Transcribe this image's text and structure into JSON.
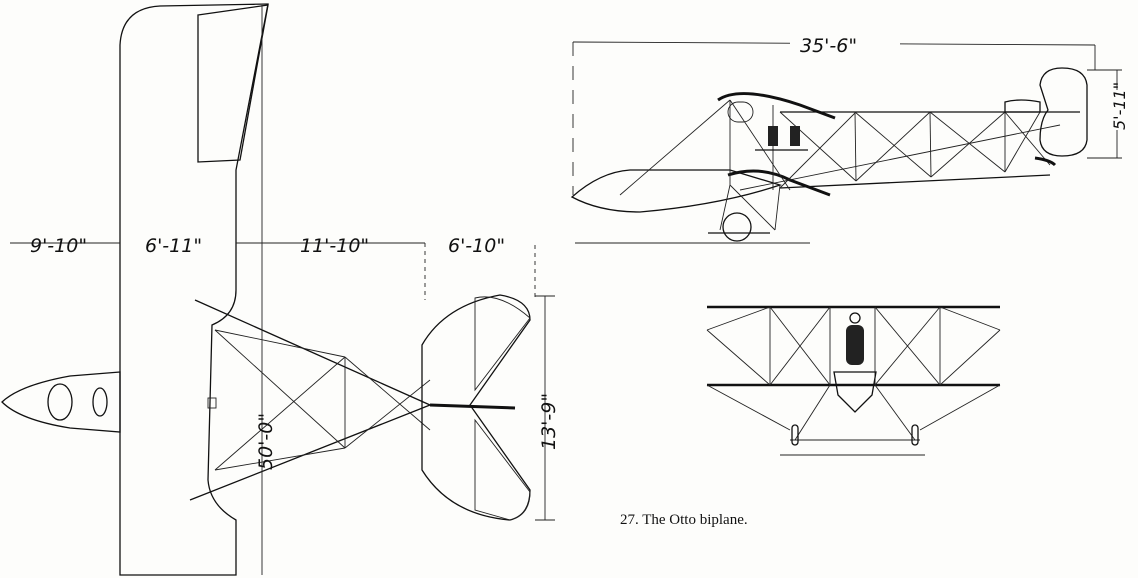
{
  "caption": "27. The Otto biplane.",
  "plan_view": {
    "span_label": "50'-0\"",
    "dimensions": [
      "9'-10\"",
      "6'-11\"",
      "11'-10\"",
      "6'-10\""
    ],
    "tail_span_label": "13'-9\""
  },
  "side_view": {
    "length_label": "35'-6\"",
    "rudder_height_label": "5'-11\""
  }
}
